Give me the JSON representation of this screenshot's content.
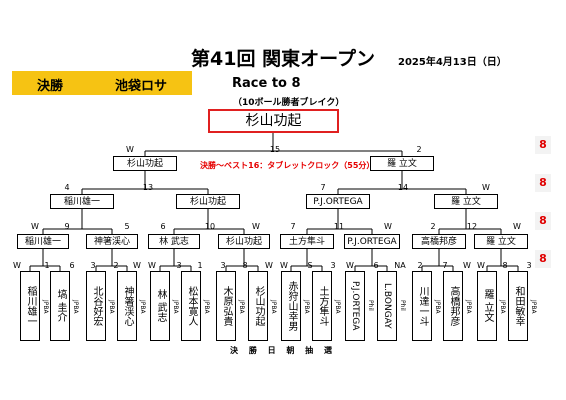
{
  "header": {
    "title": "第41回 関東オープン",
    "date": "2025年4月13日（日）"
  },
  "final_bar": {
    "label": "決勝",
    "venue": "池袋ロサ"
  },
  "race": {
    "title": "Race to 8",
    "subtitle": "（10ボール勝者ブレイク）"
  },
  "champion": "杉山功起",
  "clock_note": "決勝～ベスト16：タブレットクロック（55分）",
  "footer": "決 勝 日 朝 抽 選",
  "round_badges": [
    "8",
    "8",
    "8",
    "8"
  ],
  "sf": {
    "left": {
      "name": "杉山功起",
      "w": "W",
      "score": "15"
    },
    "right": {
      "name": "羅 立文",
      "score": "2"
    }
  },
  "qf": [
    {
      "name": "稲川雄一",
      "score": "4"
    },
    {
      "name": "杉山功起",
      "score": "13"
    },
    {
      "name": "P.J.ORTEGA",
      "score": "7"
    },
    {
      "name": "羅 立文",
      "score": "14",
      "w": "W"
    }
  ],
  "r16": [
    {
      "name": "稲川雄一",
      "w": "W",
      "score": "9"
    },
    {
      "name": "神箸渓心",
      "score": "5"
    },
    {
      "name": "林 武志",
      "score": "6"
    },
    {
      "name": "杉山功起",
      "score": "10",
      "w": "W"
    },
    {
      "name": "土方隼斗",
      "score": "7"
    },
    {
      "name": "P.J.ORTEGA",
      "score": "11",
      "w": "W"
    },
    {
      "name": "高橋邦彦",
      "score": "2"
    },
    {
      "name": "羅 立文",
      "score": "12",
      "w": "W"
    }
  ],
  "r32": [
    {
      "w": "W",
      "score": "1"
    },
    {
      "score": "6"
    },
    {
      "score": "3"
    },
    {
      "score": "2",
      "w": "W"
    },
    {
      "w": "W",
      "score": "3"
    },
    {
      "score": "1"
    },
    {
      "score": "3"
    },
    {
      "score": "8",
      "w": "W"
    },
    {
      "w": "W",
      "score": "S"
    },
    {
      "score": "3"
    },
    {
      "w": "W",
      "score": "6"
    },
    {
      "score": "NA"
    },
    {
      "score": "2"
    },
    {
      "score": "7",
      "w": "W"
    },
    {
      "w": "W",
      "score": "8"
    },
    {
      "score": "3"
    }
  ],
  "players": [
    {
      "name": "稲川雄一",
      "aff": "JPBA"
    },
    {
      "name": "塙 圭介",
      "aff": "JPBA"
    },
    {
      "name": "北谷好宏",
      "aff": "JPBA"
    },
    {
      "name": "神箸渓心",
      "aff": "JPBA"
    },
    {
      "name": "林 武志",
      "aff": "JPBA"
    },
    {
      "name": "松本寛人",
      "aff": "JPBA"
    },
    {
      "name": "木原弘貴",
      "aff": "JPBA"
    },
    {
      "name": "杉山功起",
      "aff": "JPBA"
    },
    {
      "name": "赤狩山幸男",
      "aff": "JPBA"
    },
    {
      "name": "土方隼斗",
      "aff": "JPBA"
    },
    {
      "name": "P.J.ORTEGA",
      "aff": "Phil"
    },
    {
      "name": "L.BONGAY",
      "aff": "Phil"
    },
    {
      "name": "川達一斗",
      "aff": "JPBA"
    },
    {
      "name": "高橋邦彦",
      "aff": "JPBA"
    },
    {
      "name": "羅 立文",
      "aff": "JPBA"
    },
    {
      "name": "和田敏幸",
      "aff": "JPBA"
    }
  ],
  "colors": {
    "accent_bar": "#f6c313",
    "champion_border": "#e02020",
    "badge_text": "#e00000",
    "clock_text": "#e60000"
  }
}
